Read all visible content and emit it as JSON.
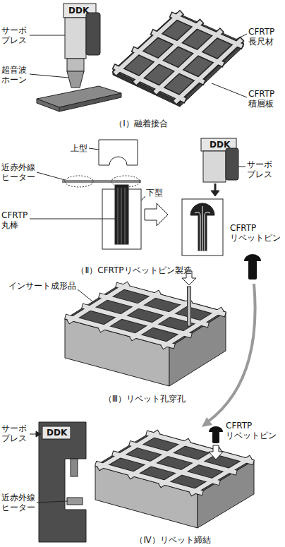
{
  "diagram": {
    "labels": [
      "DDK",
      "サーボ プレス",
      "超音波 ホーン",
      "CFRTP 長尺材",
      "CFRTP 積層板",
      "（Ⅰ）融着接合",
      "上型",
      "近赤外線 ヒーター",
      "CFRTP 丸棒",
      "下型",
      "DDK",
      "サーボ プレス",
      "CFRTP リベットピン",
      "（Ⅱ）CFRTPリベットピン製造",
      "インサート成形品",
      "（Ⅲ）リベット孔穿孔",
      "サーボ プレス",
      "DDK",
      "CFRTP リベットピン",
      "近赤外線 ヒーター",
      "（Ⅳ）リベット締結"
    ]
  }
}
